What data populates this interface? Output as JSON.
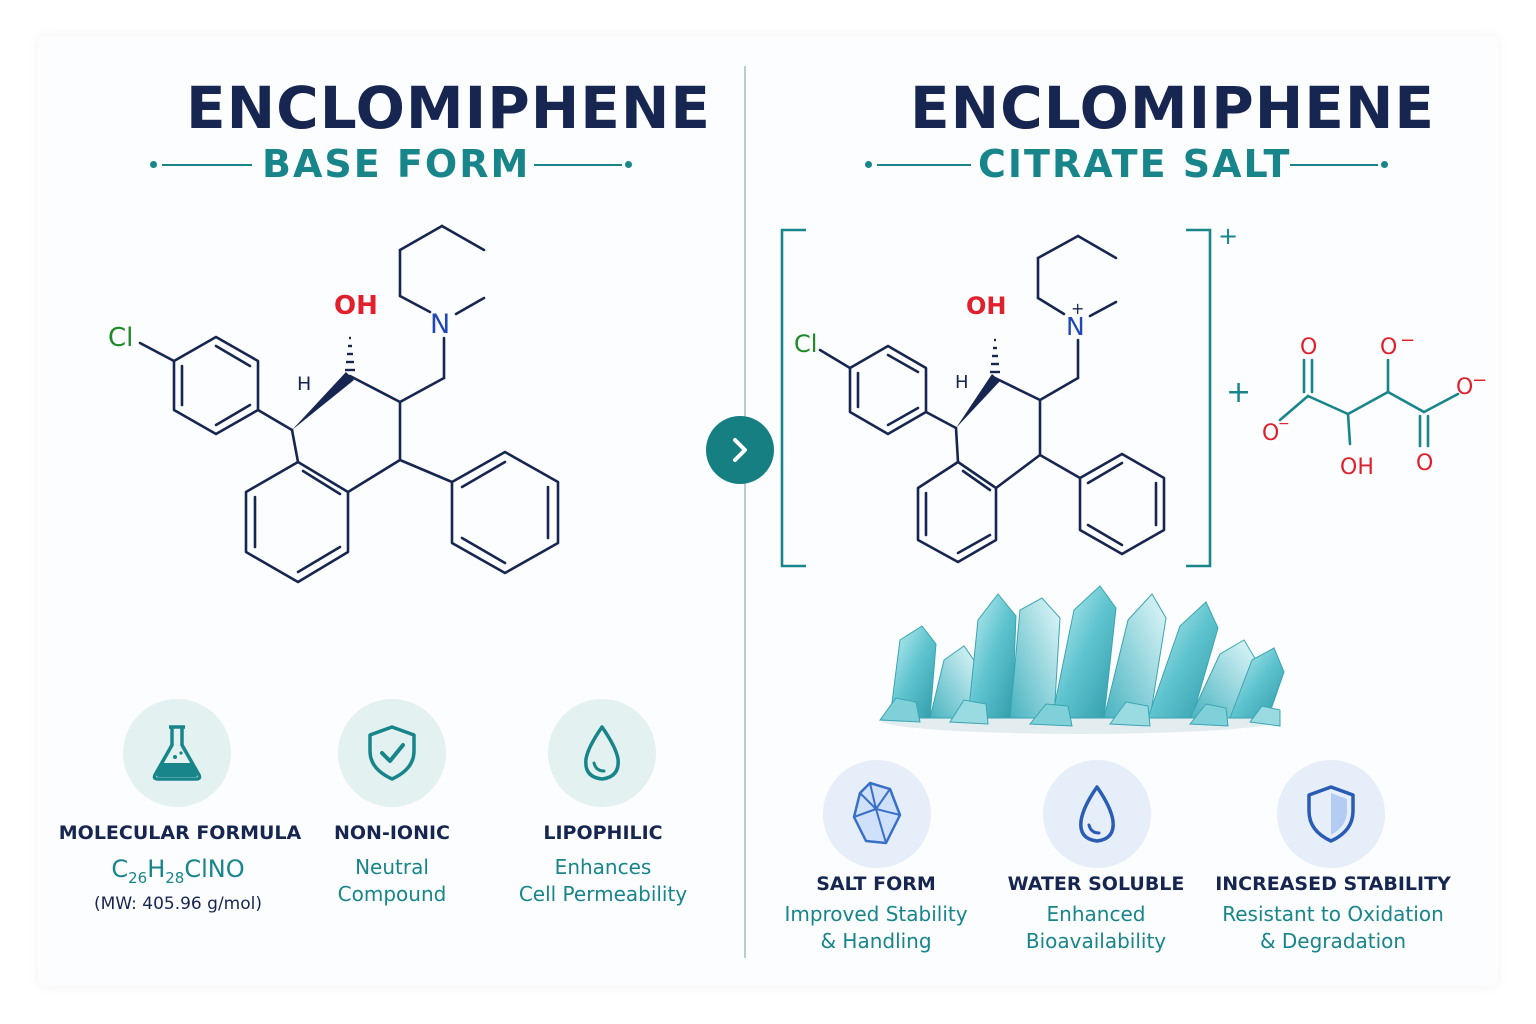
{
  "left": {
    "title": "ENCLOMIPHENE",
    "subtitle": "BASE FORM",
    "molecule": {
      "cl": "Cl",
      "oh": "OH",
      "h": "H",
      "n": "N"
    },
    "features": [
      {
        "title": "MOLECULAR FORMULA",
        "mw": "(MW: 405.96 g/mol)",
        "icon": "flask-icon"
      },
      {
        "title": "NON-IONIC",
        "line1": "Neutral",
        "line2": "Compound",
        "icon": "shield-check-icon"
      },
      {
        "title": "LIPOPHILIC",
        "line1": "Enhances",
        "line2": "Cell Permeability",
        "icon": "droplet-icon"
      }
    ],
    "formula": {
      "c": "C",
      "c_n": "26",
      "h": "H",
      "h_n": "28",
      "rest": "ClNO"
    }
  },
  "right": {
    "title": "ENCLOMIPHENE",
    "subtitle": "CITRATE SALT",
    "molecule": {
      "cl": "Cl",
      "oh": "OH",
      "h": "H",
      "n": "N",
      "plus": "+",
      "bracket_charge": "+",
      "join_plus": "+"
    },
    "citrate": {
      "o_top_left": "O",
      "o_top_right": "O",
      "o_right": "O",
      "o_left": "O",
      "oh": "OH",
      "o_bottom": "O",
      "minus": "−"
    },
    "features": [
      {
        "title": "SALT FORM",
        "line1": "Improved Stability",
        "line2": "& Handling",
        "icon": "crystal-icon"
      },
      {
        "title": "WATER SOLUBLE",
        "line1": "Enhanced",
        "line2": "Bioavailability",
        "icon": "water-drop-icon"
      },
      {
        "title": "INCREASED STABILITY",
        "line1": "Resistant to Oxidation",
        "line2": "& Degradation",
        "icon": "shield-icon"
      }
    ]
  },
  "colors": {
    "navy": "#172650",
    "teal": "#17858a",
    "red": "#e0202c",
    "green": "#1e8a2a",
    "blue": "#1f47b8",
    "crystal": "#5fc4cf"
  }
}
